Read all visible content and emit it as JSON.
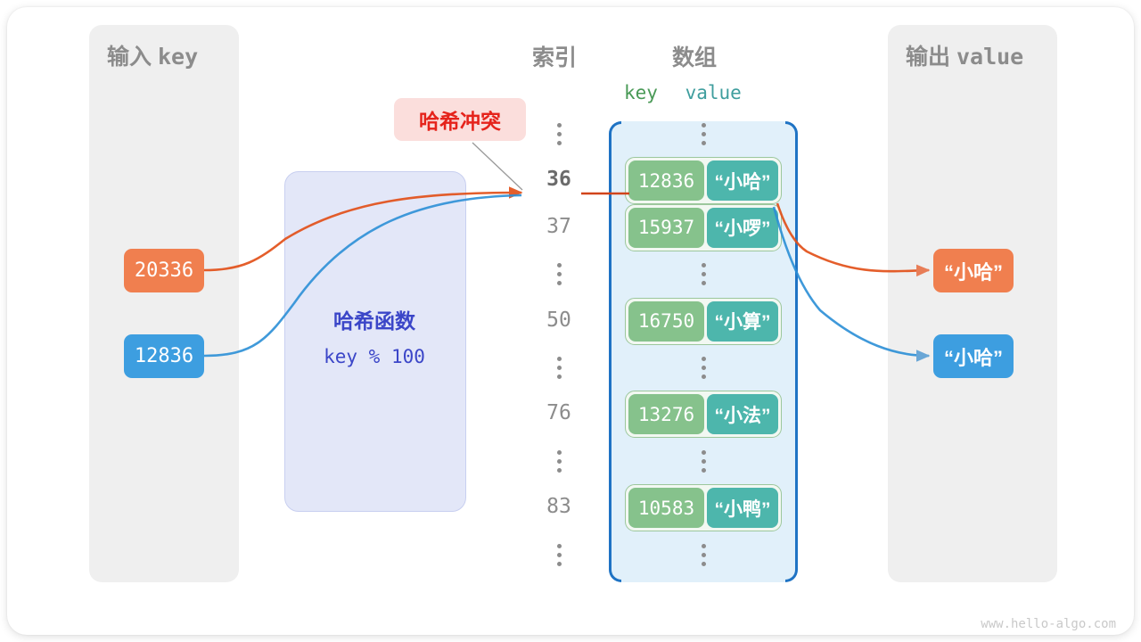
{
  "panels": {
    "input": {
      "title_cjk": "输入",
      "title_mono": "key"
    },
    "output": {
      "title_cjk": "输出",
      "title_mono": "value"
    }
  },
  "headings": {
    "index": "索引",
    "array": "数组",
    "key": "key",
    "value": "value"
  },
  "hash_function": {
    "label": "哈希函数",
    "formula": "key % 100",
    "accent": "#3b46c8"
  },
  "input_keys": [
    {
      "value": "20336",
      "color": "#f07f4f"
    },
    {
      "value": "12836",
      "color": "#3d9ee0"
    }
  ],
  "output_values": [
    {
      "value": "“小哈”",
      "color": "#f07f4f"
    },
    {
      "value": "“小哈”",
      "color": "#3d9ee0"
    }
  ],
  "collision": {
    "label": "哈希冲突",
    "text_color": "#e5231b",
    "bg_color": "#fbdedc"
  },
  "array": {
    "rows": [
      {
        "kind": "dots"
      },
      {
        "kind": "entry",
        "index": "36",
        "index_active": true,
        "key": "12836",
        "value": "“小哈”"
      },
      {
        "kind": "entry",
        "index": "37",
        "index_active": false,
        "key": "15937",
        "value": "“小啰”"
      },
      {
        "kind": "dots"
      },
      {
        "kind": "entry",
        "index": "50",
        "index_active": false,
        "key": "16750",
        "value": "“小算”"
      },
      {
        "kind": "dots"
      },
      {
        "kind": "entry",
        "index": "76",
        "index_active": false,
        "key": "13276",
        "value": "“小法”"
      },
      {
        "kind": "dots"
      },
      {
        "kind": "entry",
        "index": "83",
        "index_active": false,
        "key": "10583",
        "value": "“小鸭”"
      },
      {
        "kind": "dots"
      }
    ],
    "key_color": "#86c28c",
    "value_color": "#4db6ac",
    "container_color": "#e1f0fa",
    "bracket_color": "#1f73c4"
  },
  "watermark": "www.hello-algo.com"
}
